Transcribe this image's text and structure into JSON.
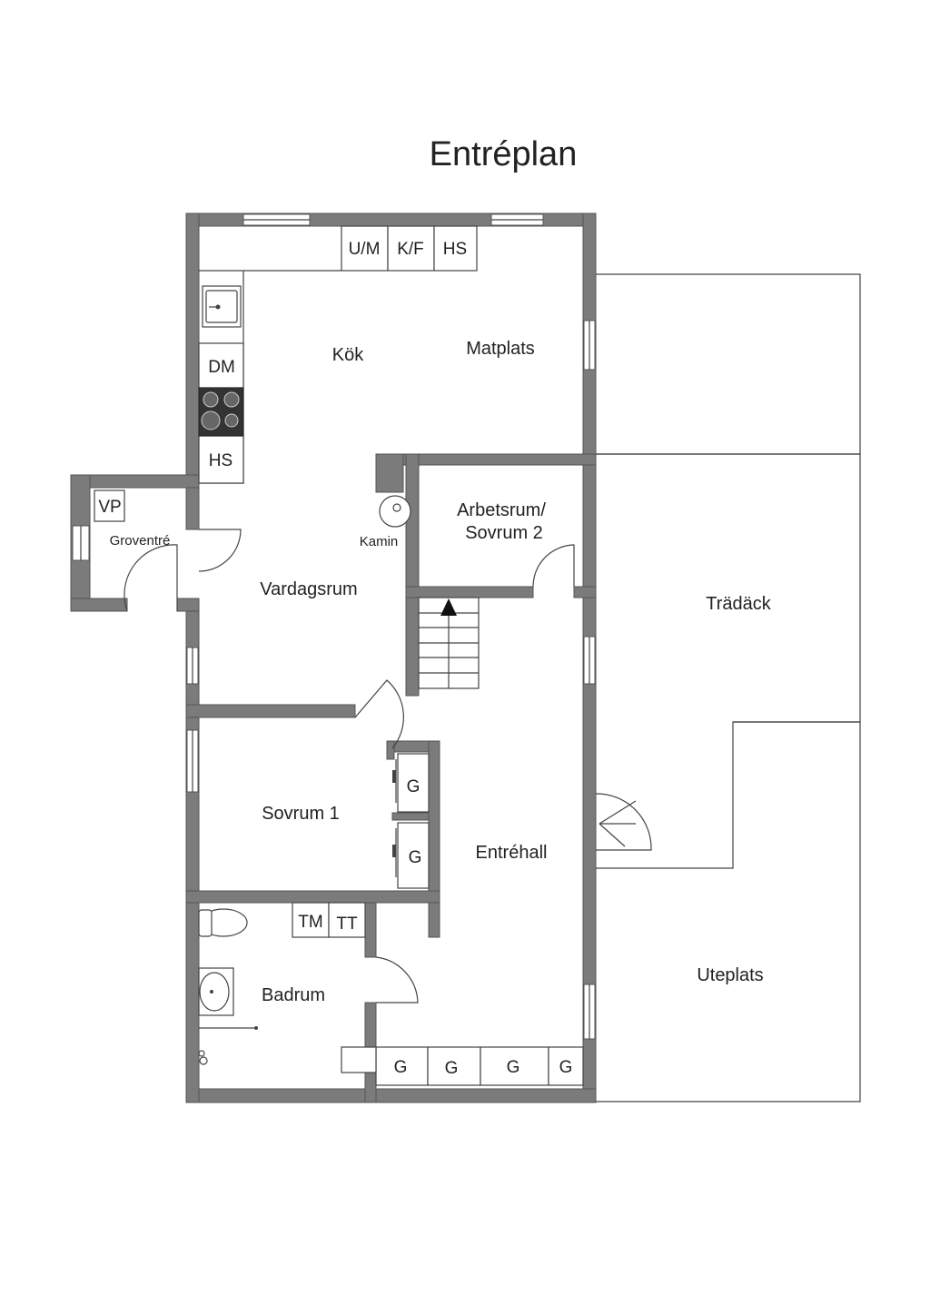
{
  "title": "Entréplan",
  "rooms": {
    "kok": "Kök",
    "matplats": "Matplats",
    "groventre": "Groventré",
    "kamin": "Kamin",
    "arbetsrum_line1": "Arbetsrum/",
    "arbetsrum_line2": "Sovrum 2",
    "vardagsrum": "Vardagsrum",
    "tradack": "Trädäck",
    "sovrum1": "Sovrum 1",
    "entrehall": "Entréhall",
    "badrum": "Badrum",
    "uteplats": "Uteplats"
  },
  "fixtures": {
    "um": "U/M",
    "kf": "K/F",
    "hs_top": "HS",
    "dm": "DM",
    "hs_side": "HS",
    "vp": "VP",
    "g1": "G",
    "g2": "G",
    "tm": "TM",
    "tt": "TT",
    "g3": "G",
    "g4": "G",
    "g5": "G",
    "g6": "G"
  }
}
